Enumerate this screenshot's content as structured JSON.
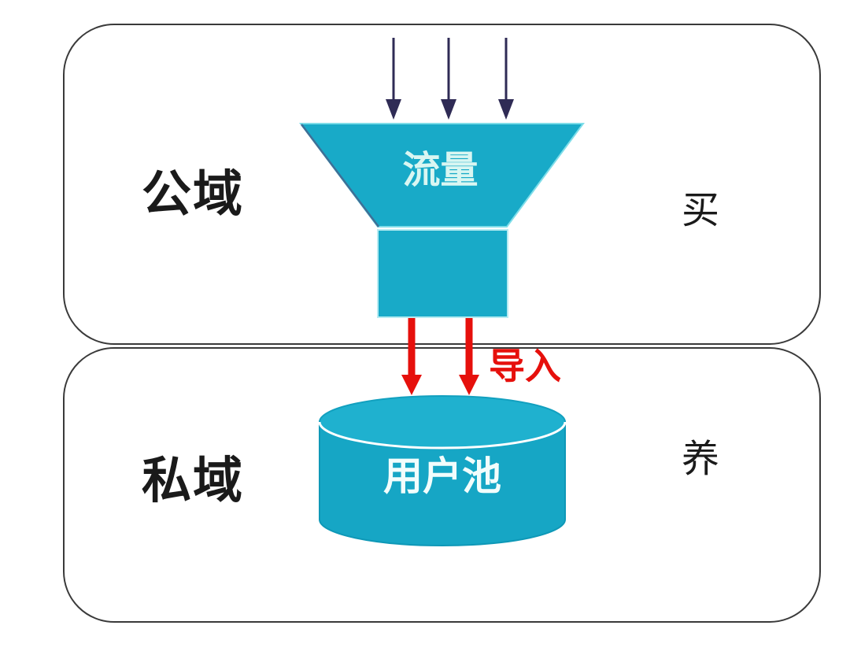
{
  "regions": {
    "public": {
      "label": "公域",
      "action_label": "买"
    },
    "private": {
      "label": "私域",
      "action_label": "养"
    }
  },
  "funnel": {
    "label": "流量"
  },
  "pool": {
    "label": "用户池"
  },
  "import_label": "导入",
  "inflow_arrow_count": 3,
  "import_arrow_count": 2,
  "colors": {
    "background": "#ffffff",
    "box_border": "#3a3a3a",
    "teal": "#18aac8",
    "teal_top_face": "#1fb1cf",
    "teal_body": "#16a6c5",
    "teal_edge_light": "#7edde9",
    "teal_edge_dark": "#3f6f96",
    "stem_edge_light": "#b6ebf2",
    "cylinder_outline": "#0e98b7",
    "white_seam": "#ffffff",
    "navy_arrow": "#2f2b55",
    "red": "#e6100c",
    "label_text": "#1a1a1a",
    "funnel_label_text": "#d9f6f2",
    "pool_label_text": "#f2fdfc"
  }
}
